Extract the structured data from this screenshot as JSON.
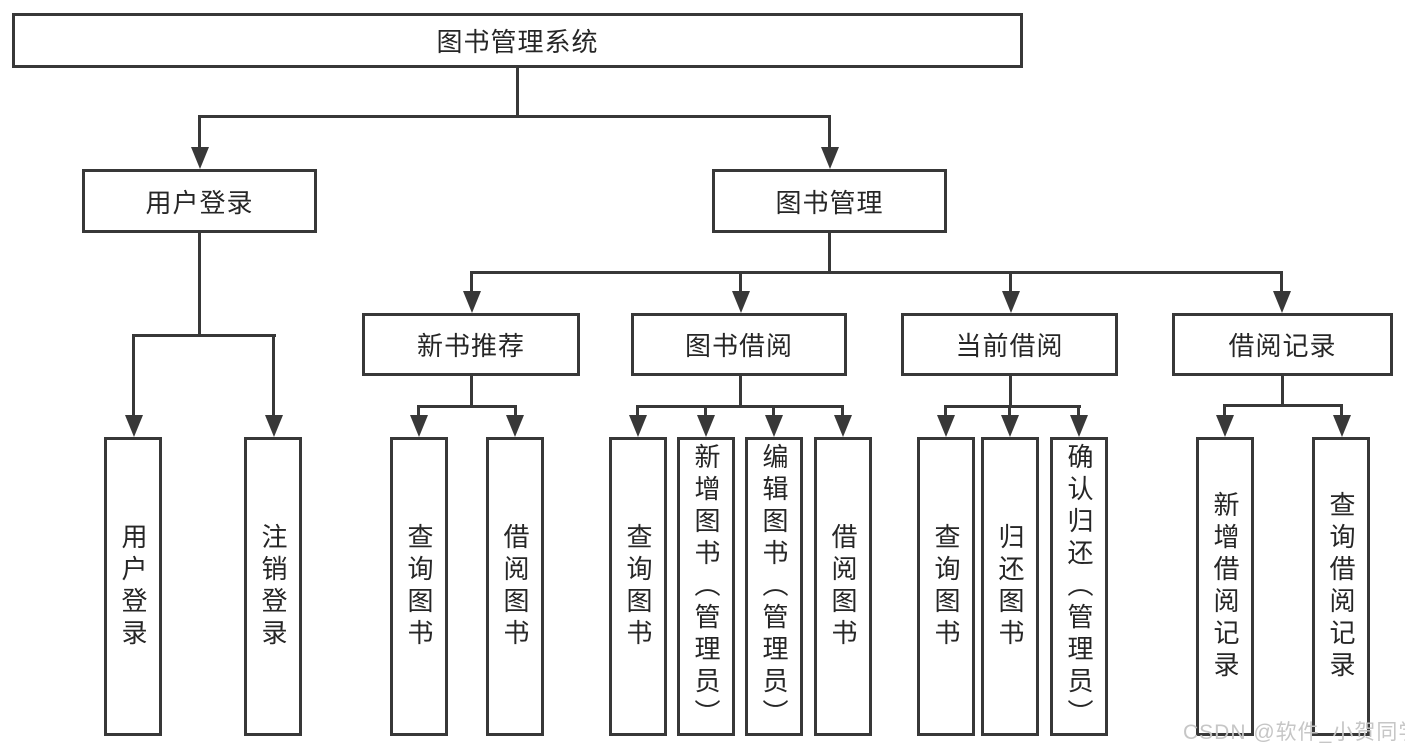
{
  "diagram": {
    "root": {
      "label": "图书管理系统"
    },
    "level2": [
      {
        "id": "user-login",
        "label": "用户登录"
      },
      {
        "id": "book-management",
        "label": "图书管理"
      }
    ],
    "level3": [
      {
        "id": "new-book-recommend",
        "label": "新书推荐",
        "parent": "book-management"
      },
      {
        "id": "book-borrow",
        "label": "图书借阅",
        "parent": "book-management"
      },
      {
        "id": "current-borrow",
        "label": "当前借阅",
        "parent": "book-management"
      },
      {
        "id": "borrow-records",
        "label": "借阅记录",
        "parent": "book-management"
      }
    ],
    "leaves": [
      {
        "parent": "user-login",
        "label": "用户登录"
      },
      {
        "parent": "user-login",
        "label": "注销登录"
      },
      {
        "parent": "new-book-recommend",
        "label": "查询图书"
      },
      {
        "parent": "new-book-recommend",
        "label": "借阅图书"
      },
      {
        "parent": "book-borrow",
        "label": "查询图书"
      },
      {
        "parent": "book-borrow",
        "label": "新增图书（管理员）"
      },
      {
        "parent": "book-borrow",
        "label": "编辑图书（管理员）"
      },
      {
        "parent": "book-borrow",
        "label": "借阅图书"
      },
      {
        "parent": "current-borrow",
        "label": "查询图书"
      },
      {
        "parent": "current-borrow",
        "label": "归还图书"
      },
      {
        "parent": "current-borrow",
        "label": "确认归还（管理员）"
      },
      {
        "parent": "borrow-records",
        "label": "新增借阅记录"
      },
      {
        "parent": "borrow-records",
        "label": "查询借阅记录"
      }
    ],
    "watermark": "CSDN @软件_小贺同学",
    "icons": {
      "arrowhead-icon": "css-triangle-down"
    },
    "colors": {
      "line": "#383838",
      "border": "#383838",
      "text": "#262626",
      "watermark": "#c6c6c6",
      "background": "#ffffff"
    }
  }
}
